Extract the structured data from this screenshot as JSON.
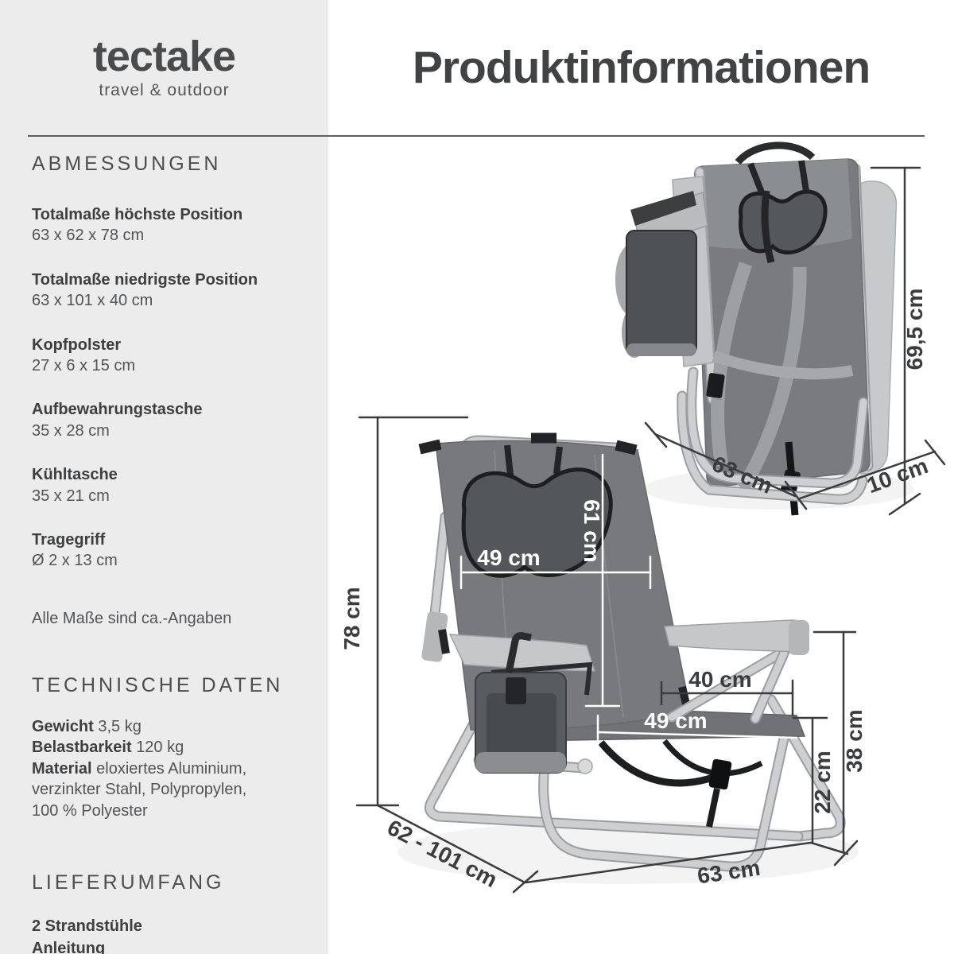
{
  "brand": {
    "name": "tectake",
    "tagline": "travel & outdoor"
  },
  "page_title": "Produktinformationen",
  "colors": {
    "panel_bg": "#ececec",
    "text_dark": "#3d3e40",
    "text_mid": "#525356",
    "divider": "#5c5d5f",
    "fabric_gray": "#77797c",
    "frame_silver": "#c6c8ca",
    "dim_line": "#3b3c3e",
    "dim_white": "#ffffff"
  },
  "sections": {
    "abmessungen": {
      "heading": "ABMESSUNGEN",
      "items": [
        {
          "label": "Totalmaße höchste Position",
          "value": "63 x 62 x 78 cm"
        },
        {
          "label": "Totalmaße niedrigste Position",
          "value": "63 x 101 x 40 cm"
        },
        {
          "label": "Kopfpolster",
          "value": "27 x 6 x 15 cm"
        },
        {
          "label": "Aufbewahrungstasche",
          "value": "35 x 28 cm"
        },
        {
          "label": "Kühltasche",
          "value": "35 x 21 cm"
        },
        {
          "label": "Tragegriff",
          "value": "Ø 2 x 13 cm"
        }
      ],
      "note": "Alle Maße sind ca.-Angaben"
    },
    "technische_daten": {
      "heading": "TECHNISCHE DATEN",
      "weight": {
        "label": "Gewicht",
        "value": "3,5 kg"
      },
      "load": {
        "label": "Belastbarkeit",
        "value": "120 kg"
      },
      "material": {
        "label": "Material",
        "lines": [
          "eloxiertes Aluminium,",
          "verzinkter Stahl, Polypropylen,",
          "100 % Polyester"
        ]
      }
    },
    "lieferumfang": {
      "heading": "LIEFERUMFANG",
      "items": [
        "2 Strandstühle",
        "Anleitung"
      ]
    }
  },
  "diagrams": {
    "folded_chair": {
      "labels": {
        "height": "69,5 cm",
        "width": "63 cm",
        "depth": "10 cm"
      }
    },
    "open_chair": {
      "labels": {
        "total_height": "78 cm",
        "back_width": "49 cm",
        "back_length": "61 cm",
        "armrest_depth": "40 cm",
        "seat_width": "49 cm",
        "armrest_height": "38 cm",
        "seat_height": "22 cm",
        "depth_range": "62 - 101 cm",
        "width": "63 cm"
      }
    }
  }
}
